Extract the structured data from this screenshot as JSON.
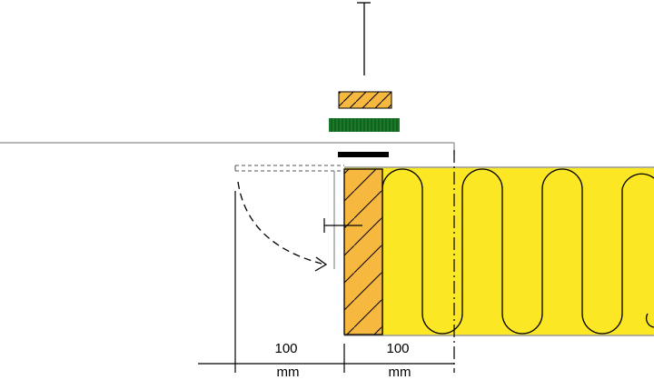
{
  "dimensions": [
    {
      "value": "100",
      "unit": "mm"
    },
    {
      "value": "100",
      "unit": "mm"
    }
  ],
  "colors": {
    "insulation": "#fbe723",
    "timber": "#f7b840",
    "membrane": "#1a7a2a",
    "line": "#000000",
    "edge": "#9a9a9a"
  }
}
